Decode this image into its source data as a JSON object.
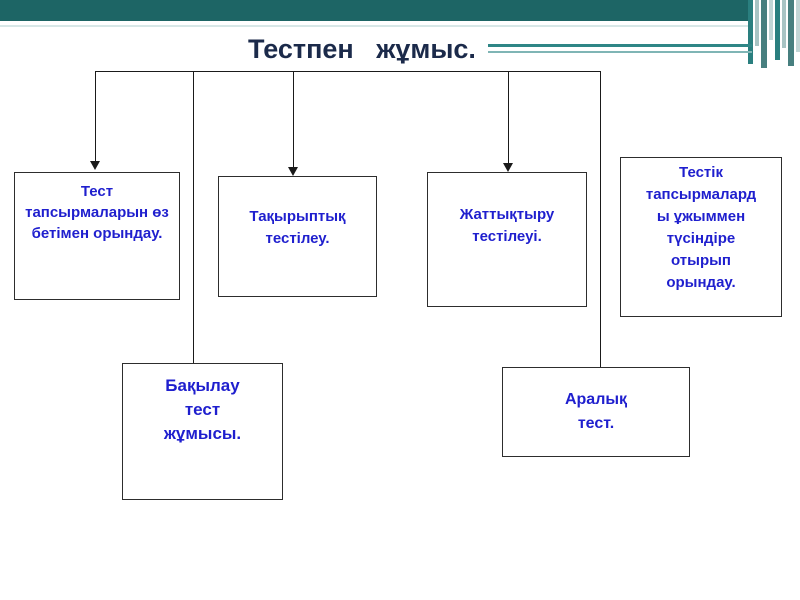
{
  "slide": {
    "title": "Тестпен   жұмыс."
  },
  "diagram": {
    "nodes": [
      {
        "label": "Тест тапсырмаларын өз бетімен орындау."
      },
      {
        "label": "Тақырыптық тестілеу."
      },
      {
        "label": "Жаттықтыру тестілеуі."
      },
      {
        "label": "Тестік тапсырмаларды ұжыммен түсіндіре отырып орындау."
      },
      {
        "label": "Бақылау тест жұмысы."
      },
      {
        "label": "Аралық тест."
      }
    ]
  },
  "colors": {
    "bar-teal": "#1d6565",
    "accent-teal": "#2f8686",
    "accent-teal-light": "#7fb5b5",
    "box-text-blue": "#1f1fce",
    "title-navy": "#1b2a4a",
    "line-black": "#1a1a1a",
    "box-border": "#2d2d2d"
  }
}
